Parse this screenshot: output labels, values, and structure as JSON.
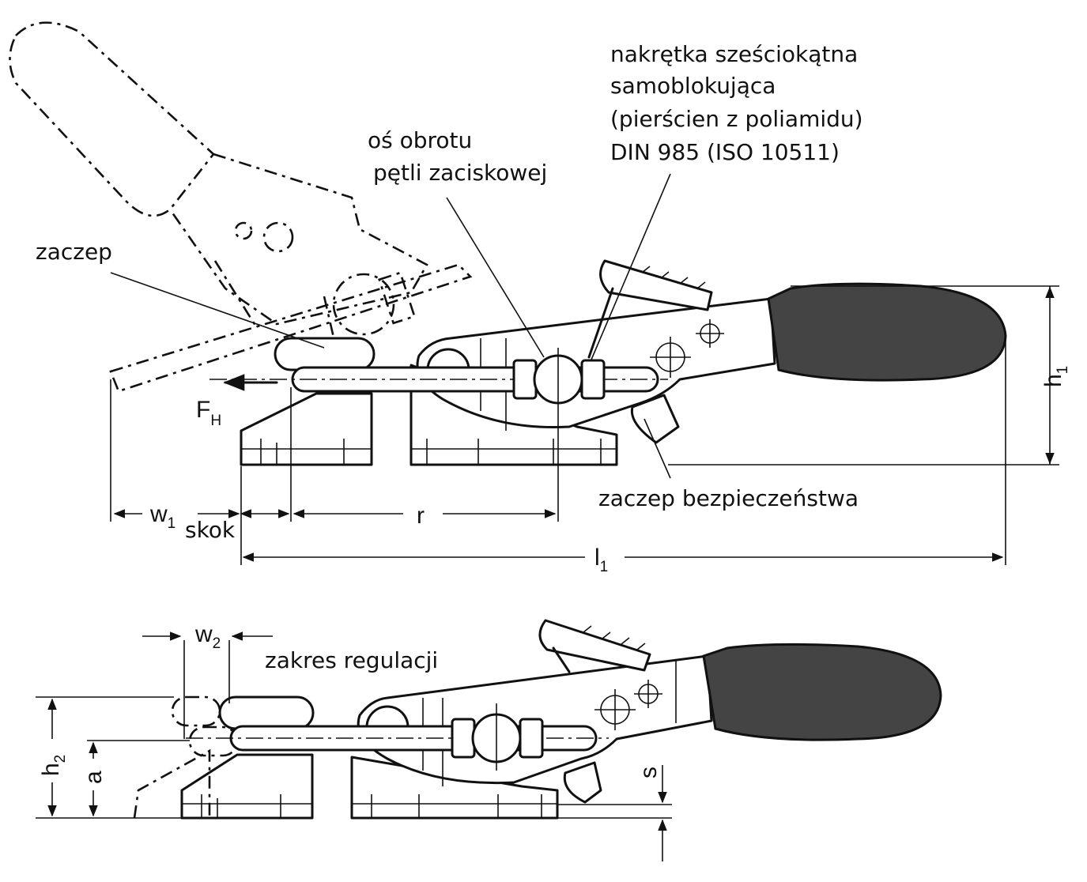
{
  "labels": {
    "nut_line1": "nakrętka sześciokątna",
    "nut_line2": "samoblokująca",
    "nut_line3": "(pierścien z poliamidu)",
    "nut_line4": "DIN 985 (ISO 10511)",
    "pivot_line1": "oś obrotu",
    "pivot_line2": "pętli zaciskowej",
    "catch": "zaczep",
    "safety_catch": "zaczep bezpieczeństwa",
    "stroke": "skok",
    "adjust_range": "zakres regulacji"
  },
  "dimensions": {
    "force_main": "F",
    "force_sub": "H",
    "w1_main": "w",
    "w1_sub": "1",
    "r": "r",
    "l1_main": "l",
    "l1_sub": "1",
    "h1_main": "h",
    "h1_sub": "1",
    "w2_main": "w",
    "w2_sub": "2",
    "h2_main": "h",
    "h2_sub": "2",
    "a": "a",
    "s": "s"
  }
}
